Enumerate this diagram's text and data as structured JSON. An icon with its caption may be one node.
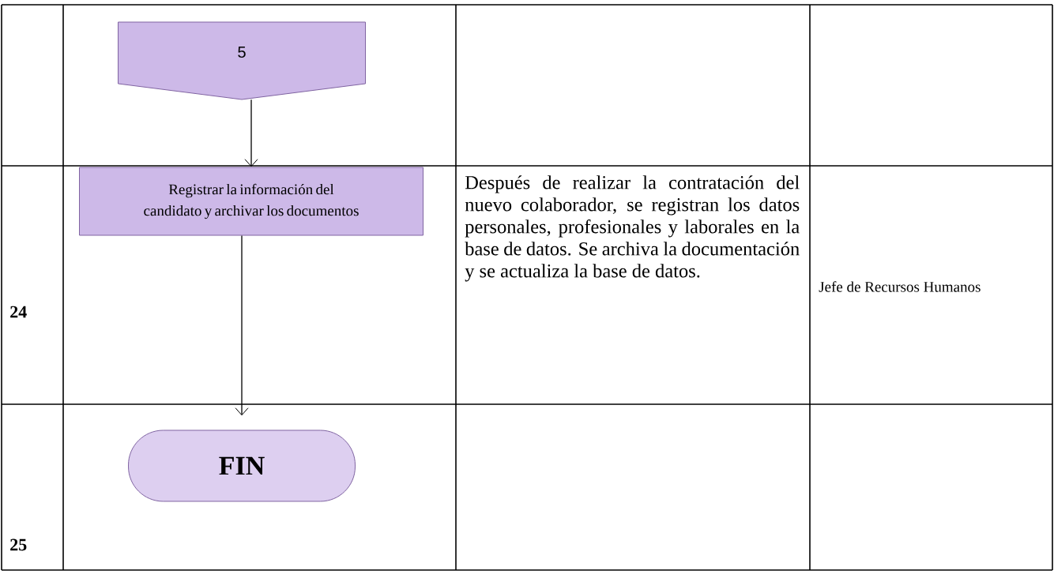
{
  "diagram": {
    "nodes": [
      {
        "text": [
          "5"
        ]
      },
      {
        "text": [
          "Registrar la información del candidato y archivar los documentos"
        ]
      },
      {
        "text": [
          "FIN"
        ]
      }
    ],
    "edges": [
      {
        "from": 0,
        "to": 1,
        "arrow": "to"
      },
      {
        "from": 1,
        "to": 2,
        "arrow": "to"
      }
    ],
    "labels": [
      "24",
      "Después de realizar la contratación del nuevo colaborador, se registran los datos personales, profesionales y laborales en la base de datos. Se archiva la documentación y se actualiza la base de datos.",
      "Jefe de Recursos Humanos",
      "25"
    ]
  }
}
